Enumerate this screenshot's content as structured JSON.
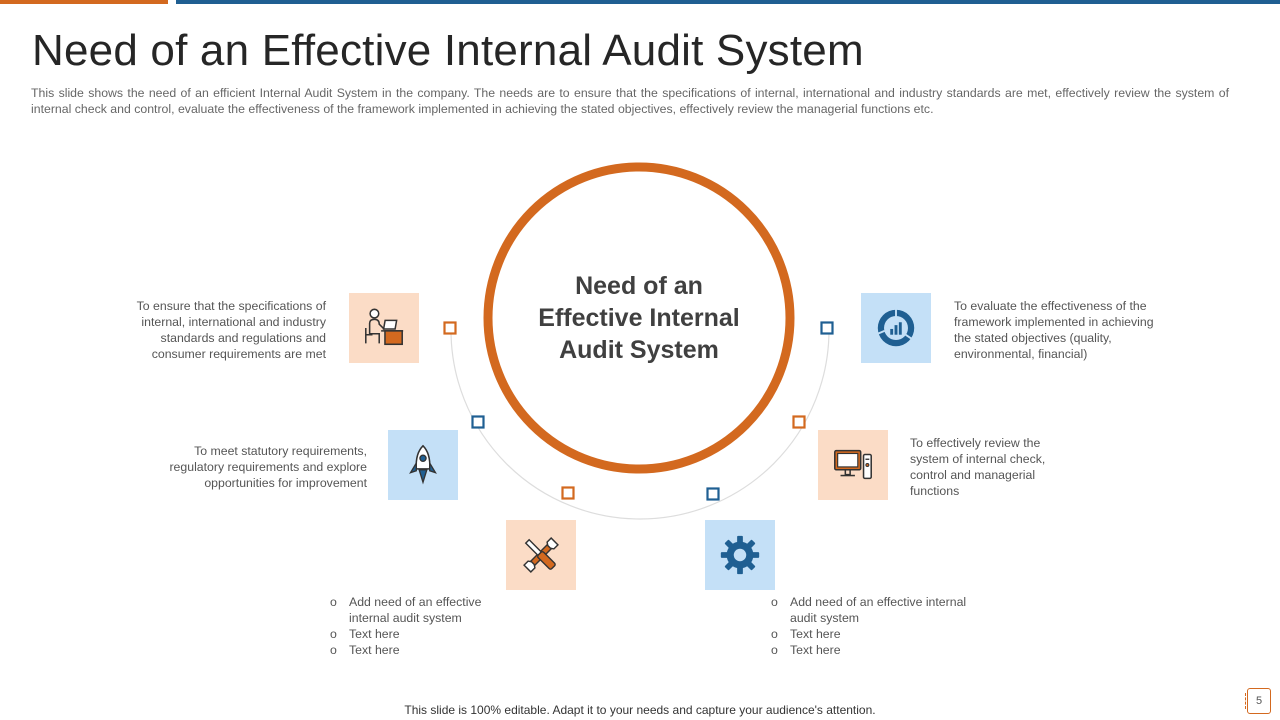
{
  "slide": {
    "title": "Need of an Effective Internal Audit System",
    "subtitle": "This slide shows the need of an efficient Internal Audit System in the company. The needs are to ensure that the specifications of internal, international and industry standards are met, effectively review the system of internal check and control, evaluate the effectiveness of the framework implemented in achieving the stated objectives, effectively review the managerial functions etc.",
    "center_lines": [
      "Need of an",
      "Effective Internal",
      "Audit System"
    ],
    "items": [
      {
        "icon": "person-at-desk-icon",
        "lines": [
          "To ensure that the specifications of",
          "internal, international and industry",
          "standards and regulations and",
          "consumer requirements are met"
        ]
      },
      {
        "icon": "rocket-icon",
        "lines": [
          "To meet statutory requirements,",
          "regulatory requirements and explore",
          "opportunities for improvement"
        ]
      },
      {
        "icon": "wrench-screwdriver-icon",
        "bullets": [
          "Add need of an effective internal audit system",
          "Text here",
          "Text here"
        ],
        "bullet_lines": [
          "Add need of an effective",
          "internal audit system"
        ]
      },
      {
        "icon": "gear-icon",
        "bullets": [
          "Add need of an effective internal audit system",
          "Text here",
          "Text here"
        ],
        "bullet_lines": [
          "Add need of an effective internal",
          "audit system"
        ]
      },
      {
        "icon": "computer-icon",
        "lines": [
          "To effectively review the",
          "system of internal check,",
          "control and managerial",
          "functions"
        ]
      },
      {
        "icon": "donut-chart-icon",
        "lines": [
          "To evaluate the effectiveness of the",
          "framework implemented in achieving",
          "the stated objectives (quality,",
          "environmental, financial)"
        ]
      }
    ],
    "footer": "This slide is 100% editable. Adapt it to your needs and capture your audience's attention.",
    "page_number": "5",
    "colors": {
      "orange": "#d3691f",
      "blue": "#1f5f92",
      "orange_tile": "#fbdcc6",
      "blue_tile": "#c4e0f7"
    }
  }
}
